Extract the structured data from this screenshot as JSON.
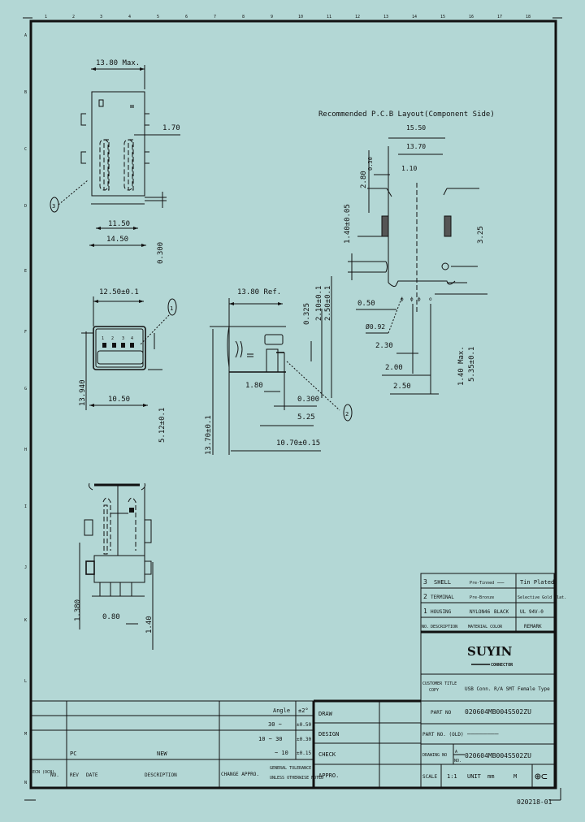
{
  "frame": {
    "top_ruler": [
      "1",
      "2",
      "3",
      "4",
      "5",
      "6",
      "7",
      "8",
      "9",
      "10",
      "11",
      "12",
      "13",
      "14",
      "15",
      "16",
      "17",
      "18"
    ],
    "left_ruler": [
      "A",
      "B",
      "C",
      "D",
      "E",
      "F",
      "G",
      "H",
      "I",
      "J",
      "K",
      "L",
      "M",
      "N"
    ]
  },
  "views": {
    "top_view": {
      "dims": {
        "width_max": "13.80 Max.",
        "side_offset": "1.70",
        "pin_span": "11.50",
        "body_width": "14.50",
        "height": "0.300"
      },
      "callout": "3"
    },
    "front_view": {
      "dims": {
        "opening_width": "12.50±0.1",
        "body_width": "10.50",
        "height_offset": "5.12±0.1",
        "overall_height": "13.940"
      },
      "callout": "1",
      "pin_numbers": [
        "1",
        "2",
        "3",
        "4"
      ]
    },
    "side_view": {
      "dims": {
        "length_ref": "13.80 Ref.",
        "a": "1.80",
        "b": "0.300",
        "c": "5.25",
        "d": "10.70±0.15",
        "overall": "13.70±0.1",
        "height_a": "0.325",
        "height_b": "2.10±0.1",
        "height_c": "2.50±0.1"
      },
      "callout": "2"
    },
    "bottom_view": {
      "dims": {
        "pitch": "0.80",
        "h1": "1.380",
        "h2": "1.40"
      }
    },
    "pcb_layout": {
      "title": "Recommended P.C.B Layout(Component Side)",
      "dims": {
        "w_outer": "15.50",
        "w_inner": "13.70",
        "w_slot": "1.10",
        "v_1": "1.40±0.05",
        "v_2": "2.80",
        "v_3": "0.30",
        "h_right": "3.25",
        "pad": "0.50",
        "drill": "Ø0.92",
        "p1": "2.30",
        "p2": "2.00",
        "p3": "2.50",
        "v_max": "1.40 Max.",
        "v_tol": "5.35±0.1"
      }
    }
  },
  "bom": {
    "rows": [
      {
        "no": "3",
        "description": "SHELL",
        "material": "Pre-Tinned",
        "color": "——",
        "remark": "Tin Plated"
      },
      {
        "no": "2",
        "description": "TERMINAL",
        "material": "Pre-Bronze",
        "color": "",
        "remark": "Selective Gold Plat."
      },
      {
        "no": "1",
        "description": "HOUSING",
        "material": "NYLON46",
        "color": "BLACK",
        "remark": "UL 94V-0"
      }
    ],
    "header": {
      "no": "NO.",
      "description": "DESCRIPTION",
      "material_color": "MATERIAL COLOR",
      "remark": "REMARK"
    }
  },
  "title_block": {
    "logo": "SUYIN",
    "logo_sub": "CONNECTOR",
    "customer_title_label": "CUSTOMER TITLE",
    "customer_title_sub": "COPY",
    "customer_title_value": "USB Conn. R/A SMT Female Type",
    "part_no_label": "PART NO",
    "part_no": "020604MB004S502ZU",
    "part_no_old_label": "PART NO. (OLD)",
    "part_no_old": "————————",
    "drawing_no_label": "DRAWING NO",
    "drawing_rev_a": "A",
    "drawing_rev_b": "NO.",
    "drawing_no": "020604MB004S502ZU",
    "scale_label": "SCALE",
    "scale": "1:1",
    "unit_label": "UNIT",
    "unit": "mm",
    "sheet": "M",
    "projection_symbol": "⊕⊂"
  },
  "tolerance": {
    "angle_label": "Angle",
    "angle_value": "±2°",
    "rows": [
      {
        "range": "30 ~",
        "value": "±0.50"
      },
      {
        "range": "10 ~ 30",
        "value": "±0.30"
      },
      {
        "range": "~ 10",
        "value": "±0.15"
      }
    ],
    "change_appr": "CHANGE APPRO.",
    "general_tol_1": "GENERAL TOLERANCE",
    "general_tol_2": "UNLESS OTHERWISE NOTED"
  },
  "approvals": [
    "DRAW",
    "DESIGN",
    "CHECK",
    "APPRO."
  ],
  "revision": {
    "pc_label": "PC",
    "new_label": "NEW",
    "header": {
      "econ": "ECN (OCN)",
      "no": "NO.",
      "rev": "REV",
      "date": "DATE",
      "description": "DESCRIPTION"
    }
  },
  "doc_code": "020218-01"
}
